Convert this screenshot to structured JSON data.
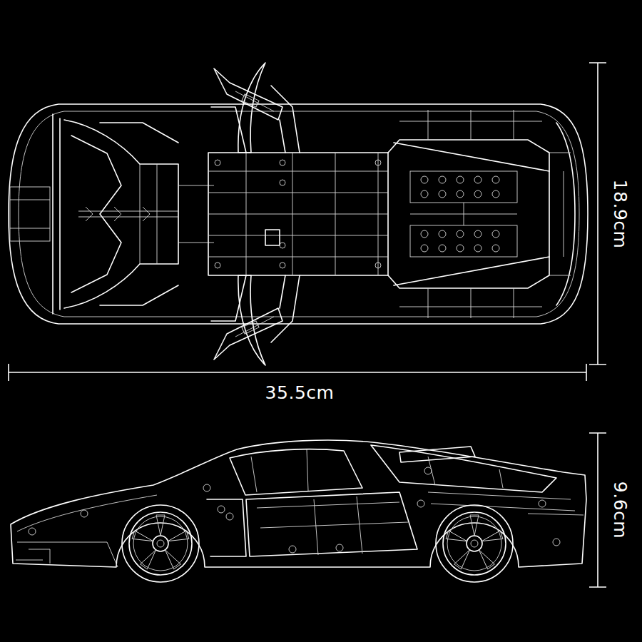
{
  "diagram": {
    "labels": [
      "35.5cm",
      "18.9cm",
      "9.6cm"
    ]
  }
}
